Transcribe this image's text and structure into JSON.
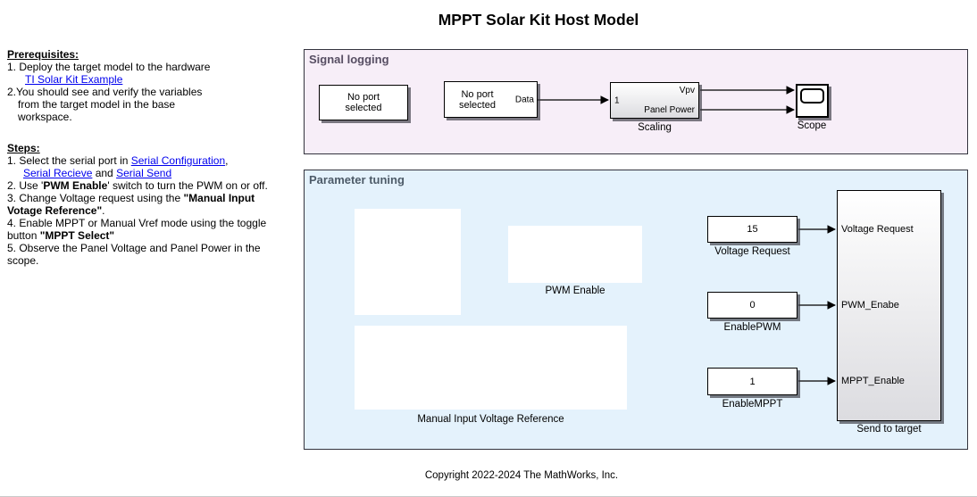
{
  "title": "MPPT Solar Kit Host Model",
  "copyright": "Copyright 2022-2024 The MathWorks, Inc.",
  "colors": {
    "signal_logging_bg": "#f7eef8",
    "parameter_tuning_bg": "#e4f2fc",
    "area_border": "#33333d",
    "signal_logging_header": "#574e63",
    "parameter_tuning_header": "#4d5b68",
    "link": "#0000ee"
  },
  "instructions": {
    "prerequisites": {
      "heading": "Prerequisites:",
      "line1": "1. Deploy the target model to the hardware",
      "link1": "TI Solar Kit Example",
      "line2": "2.You should see and verify the variables",
      "line3": "from the target model in the base",
      "line4": "workspace."
    },
    "steps": {
      "heading": "Steps:",
      "s1_pre": "1. Select the serial port in ",
      "s1_link": "Serial Configuration",
      "s1_post": ",",
      "s2_link1": "Serial Recieve",
      "s2_mid": " and ",
      "s2_link2": "Serial Send",
      "s3_pre": "2. Use '",
      "s3_bold": "PWM Enable",
      "s3_post": "' switch to turn the PWM on or off.",
      "s4_pre": "3. Change Voltage request using the ",
      "s4_bold": "\"Manual Input",
      "s5_bold": "Votage Reference\"",
      "s5_post": ".",
      "s6": "4. Enable MPPT or Manual Vref mode using the toggle",
      "s7_pre": "button ",
      "s7_bold": "\"MPPT Select\"",
      "s8": "5. Observe the Panel Voltage  and Panel Power in the",
      "s9": "scope."
    }
  },
  "signal_logging": {
    "heading": "Signal logging",
    "serial_config_block": {
      "line1": "No port",
      "line2": "selected"
    },
    "serial_receive_block": {
      "line1": "No port",
      "line2": "selected",
      "port_out": "Data"
    },
    "scaling_block": {
      "port_in": "1",
      "port_out1": "Vpv",
      "port_out2": "Panel Power",
      "label": "Scaling"
    },
    "scope_block": {
      "label": "Scope"
    }
  },
  "parameter_tuning": {
    "heading": "Parameter tuning",
    "pwm_enable_label": "PWM Enable",
    "manual_label": "Manual Input Voltage Reference",
    "const_voltage": {
      "value": "15",
      "label": "Voltage Request"
    },
    "const_pwm": {
      "value": "0",
      "label": "EnablePWM"
    },
    "const_mppt": {
      "value": "1",
      "label": "EnableMPPT"
    },
    "send_to_target": {
      "port1": "Voltage Request",
      "port2": "PWM_Enabe",
      "port3": "MPPT_Enable",
      "label": "Send to target"
    }
  }
}
